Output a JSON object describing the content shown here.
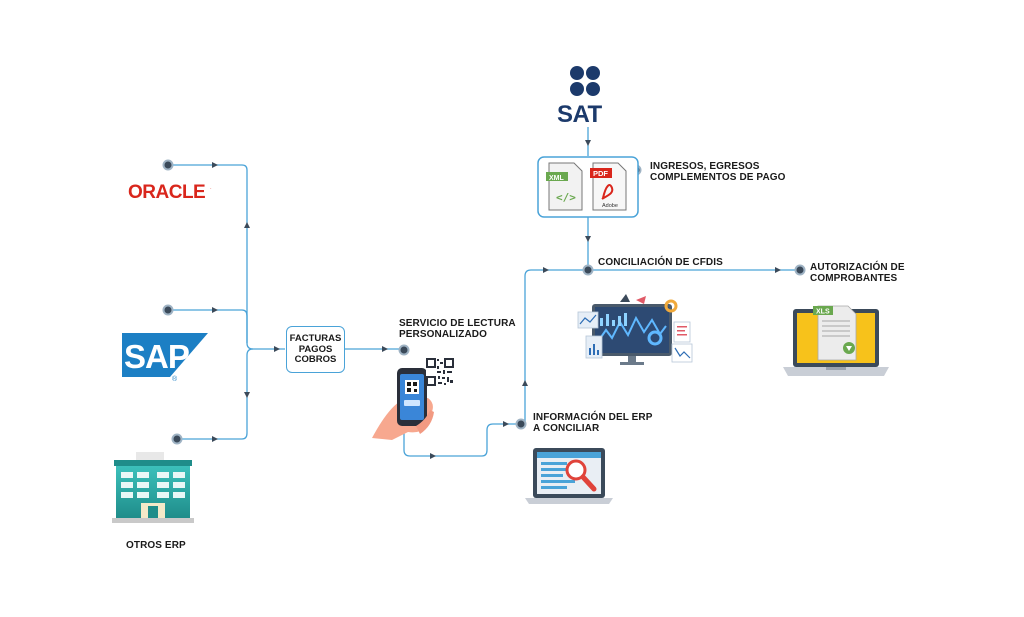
{
  "logos": {
    "oracle": "ORACLE",
    "sap": "SAP",
    "sap_registered": "®",
    "sat": "SAT"
  },
  "file_icons": {
    "xml": "XML",
    "pdf": "PDF",
    "pdf_sub": "Adobe",
    "xls": "XLS"
  },
  "labels": {
    "otros_erp": "OTROS ERP",
    "facturas": [
      "FACTURAS",
      "PAGOS",
      "COBROS"
    ],
    "servicio": [
      "SERVICIO DE LECTURA",
      "PERSONALIZADO"
    ],
    "informacion": [
      "INFORMACIÓN DEL ERP",
      "A CONCILIAR"
    ],
    "ingresos": [
      "INGRESOS, EGRESOS",
      "COMPLEMENTOS DE PAGO"
    ],
    "conciliacion": "CONCILIACIÓN DE CFDIS",
    "autorizacion": [
      "AUTORIZACIÓN DE",
      "COMPROBANTES"
    ]
  },
  "colors": {
    "line": "#4aa3d8",
    "node": "#3b4a5a",
    "oracle_red": "#d9261c",
    "sap_blue": "#1c7fc4",
    "sat_navy": "#1c3a6b",
    "pdf_red": "#d9261c",
    "xml_green": "#6aa84f",
    "xls_green": "#6aa84f",
    "laptop_yellow": "#f7c21b",
    "building_teal": "#2aa6a2"
  }
}
